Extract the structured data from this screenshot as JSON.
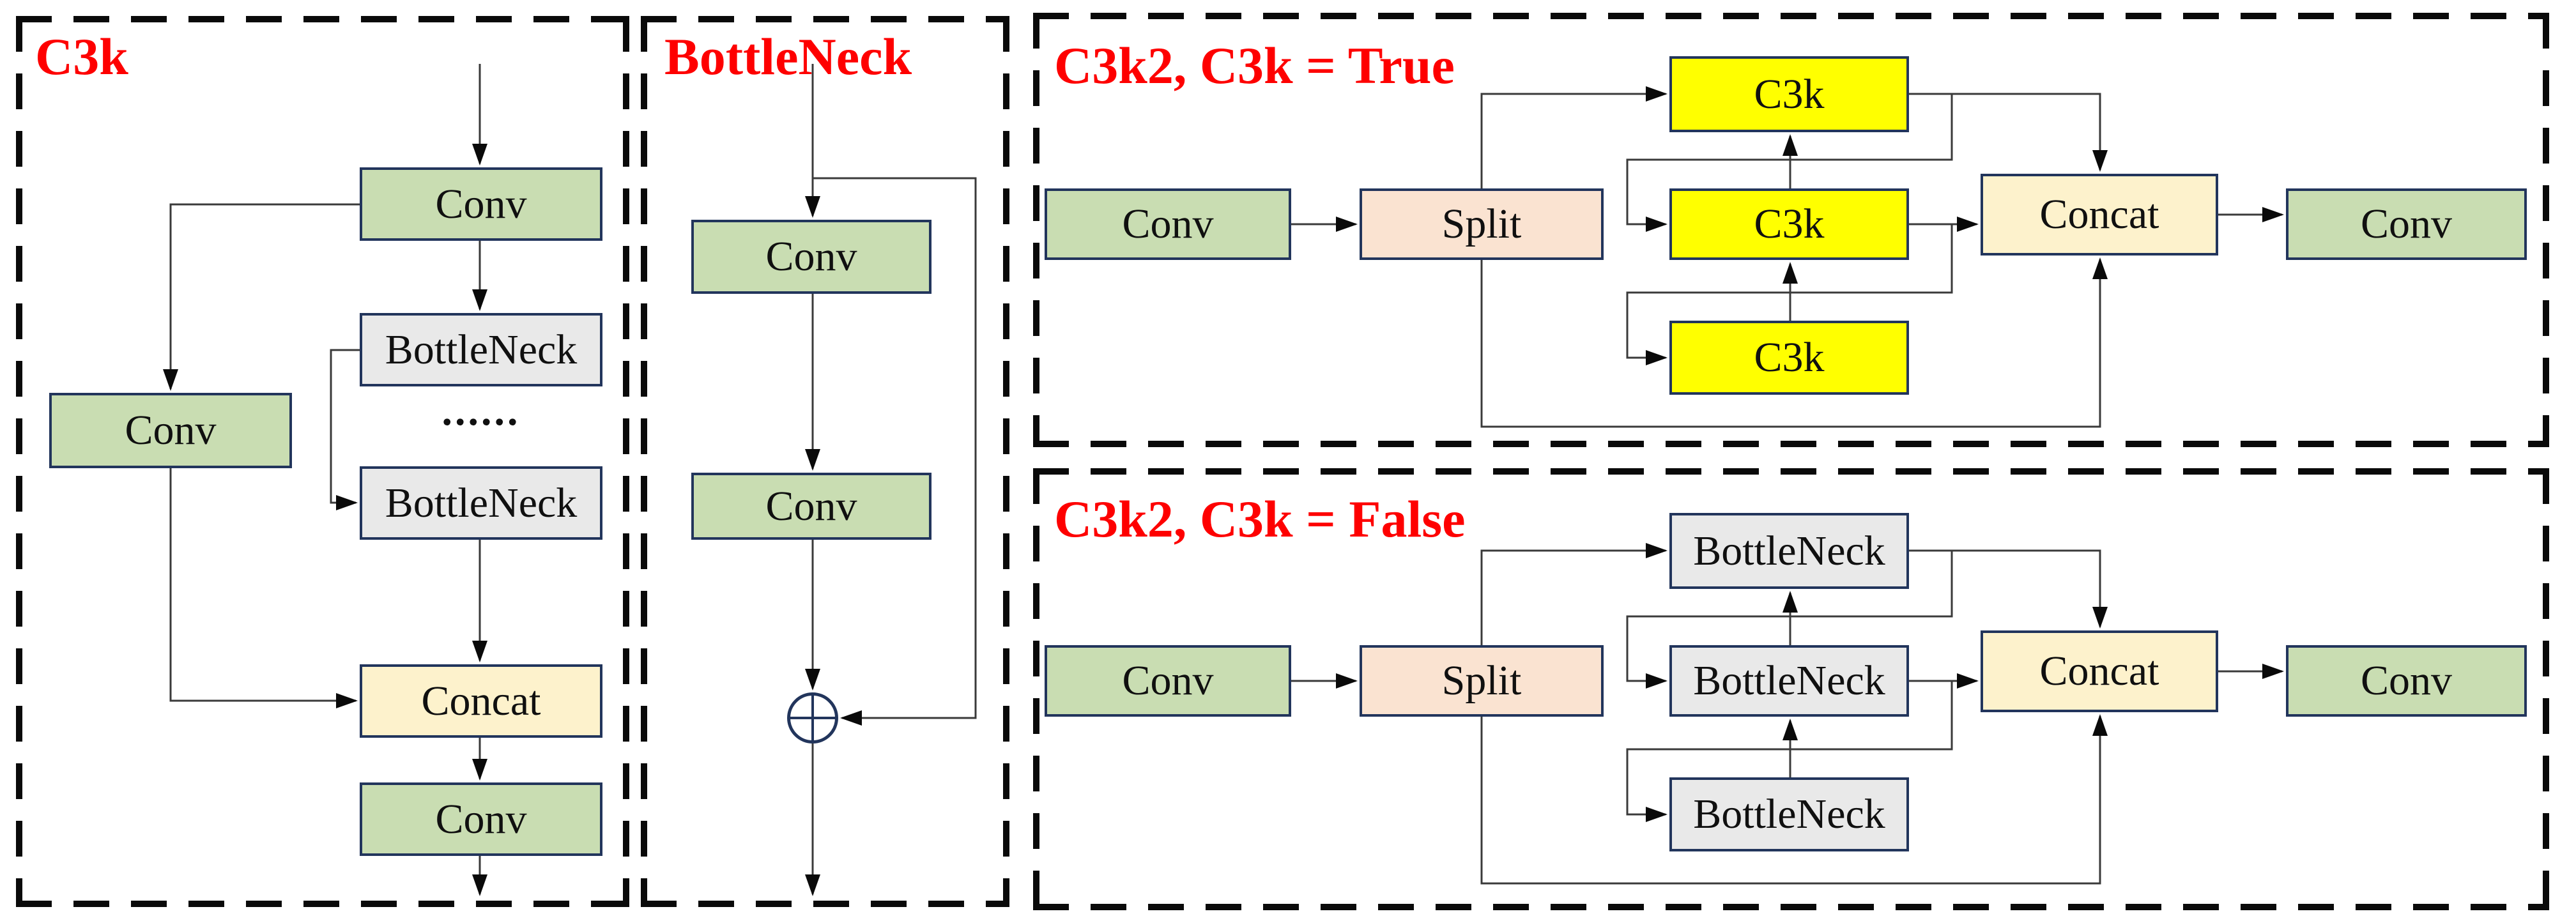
{
  "colors": {
    "conv_green": "#c9ddb2",
    "bottleneck_gray": "#e9e9e9",
    "c3k_yellow": "#ffff00",
    "split_peach": "#fae3d1",
    "concat_cream": "#fdf2cc",
    "box_border_navy": "#22355c",
    "label_red": "#fe0000",
    "wire_gray": "#3a3a3a",
    "dashed_border_black": "#0a0a0a",
    "background": "#ffffff"
  },
  "panels": {
    "c3k": {
      "label": "C3k",
      "nodes": {
        "conv_top": "Conv",
        "bottleneck_1": "BottleNeck",
        "dots": "......",
        "bottleneck_2": "BottleNeck",
        "conv_left": "Conv",
        "concat": "Concat",
        "conv_out": "Conv"
      }
    },
    "bottleneck": {
      "label": "BottleNeck",
      "nodes": {
        "conv_1": "Conv",
        "conv_2": "Conv"
      },
      "add_icon": "circle-plus"
    },
    "c3k2_true": {
      "label": "C3k2, C3k = True",
      "nodes": {
        "conv_in": "Conv",
        "split": "Split",
        "c3k_top": "C3k",
        "c3k_mid": "C3k",
        "c3k_bottom": "C3k",
        "concat": "Concat",
        "conv_out": "Conv"
      }
    },
    "c3k2_false": {
      "label": "C3k2, C3k = False",
      "nodes": {
        "conv_in": "Conv",
        "split": "Split",
        "bottleneck_top": "BottleNeck",
        "bottleneck_mid": "BottleNeck",
        "bottleneck_bottom": "BottleNeck",
        "concat": "Concat",
        "conv_out": "Conv"
      }
    }
  }
}
